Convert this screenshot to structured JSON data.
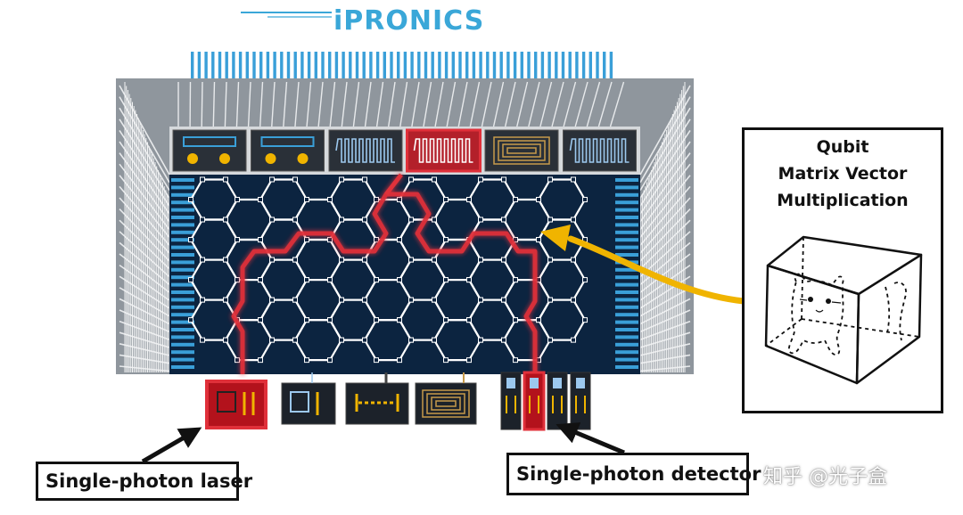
{
  "logo": {
    "text": "iPRONICS"
  },
  "labels": {
    "laser": "Single-photon laser",
    "detector": "Single-photon detector"
  },
  "qubit_box": {
    "line1": "Qubit",
    "line2": "Matrix Vector",
    "line3": "Multiplication"
  },
  "watermark": {
    "text": "知乎 @光子盒"
  },
  "colors": {
    "chip_bg": "#0c2440",
    "hex_line": "#ffffff",
    "highlight": "#e0303a",
    "frame_grey": "#9aa0a6",
    "blue_pins": "#3a9fd8",
    "gold": "#f0b400",
    "logo": "#3aa7d8"
  },
  "icons": {
    "top_modules": [
      "beam-splitter-icon",
      "beam-splitter-icon",
      "delay-line-icon",
      "delay-line-highlight-icon",
      "spiral-waveguide-icon",
      "delay-line-icon"
    ],
    "bottom_modules": [
      "laser-module-icon",
      "source-module-icon",
      "filter-module-icon",
      "spiral-module-icon",
      "detector-array-icon"
    ]
  }
}
